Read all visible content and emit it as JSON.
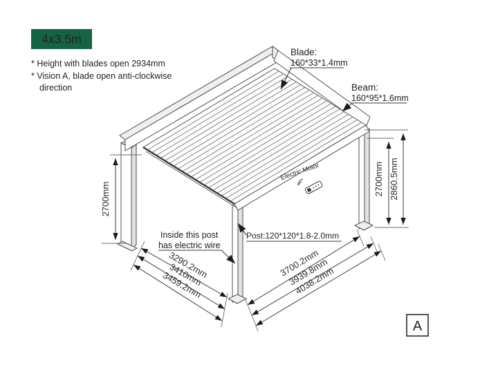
{
  "badge": {
    "label": "4x3.5m",
    "color": "#156245",
    "text_color": "#ffffff"
  },
  "notes": {
    "line1": "* Height with blades open 2934mm",
    "line2": "* Vision A, blade open anti-clockwise",
    "line3": "direction"
  },
  "callouts": {
    "blade_title": "Blade:",
    "blade_spec": "160*33*1.4mm",
    "beam_title": "Beam:",
    "beam_spec": "160*95*1.6mm",
    "post_label": "Post:120*120*1.8-2.0mm",
    "wire_line1": "Inside this post",
    "wire_line2": "has electric wire",
    "motor_label": "Electric Motor"
  },
  "dimensions": {
    "left_height": "2700mm",
    "right_inner_height": "2700mm",
    "right_outer_height": "2860.5mm",
    "bottom_left": [
      "3290.2mm",
      "3410mm",
      "3459.2mm"
    ],
    "bottom_right": [
      "3700.2mm",
      "3939.8mm",
      "4038.2mm"
    ]
  },
  "view_marker": "A"
}
